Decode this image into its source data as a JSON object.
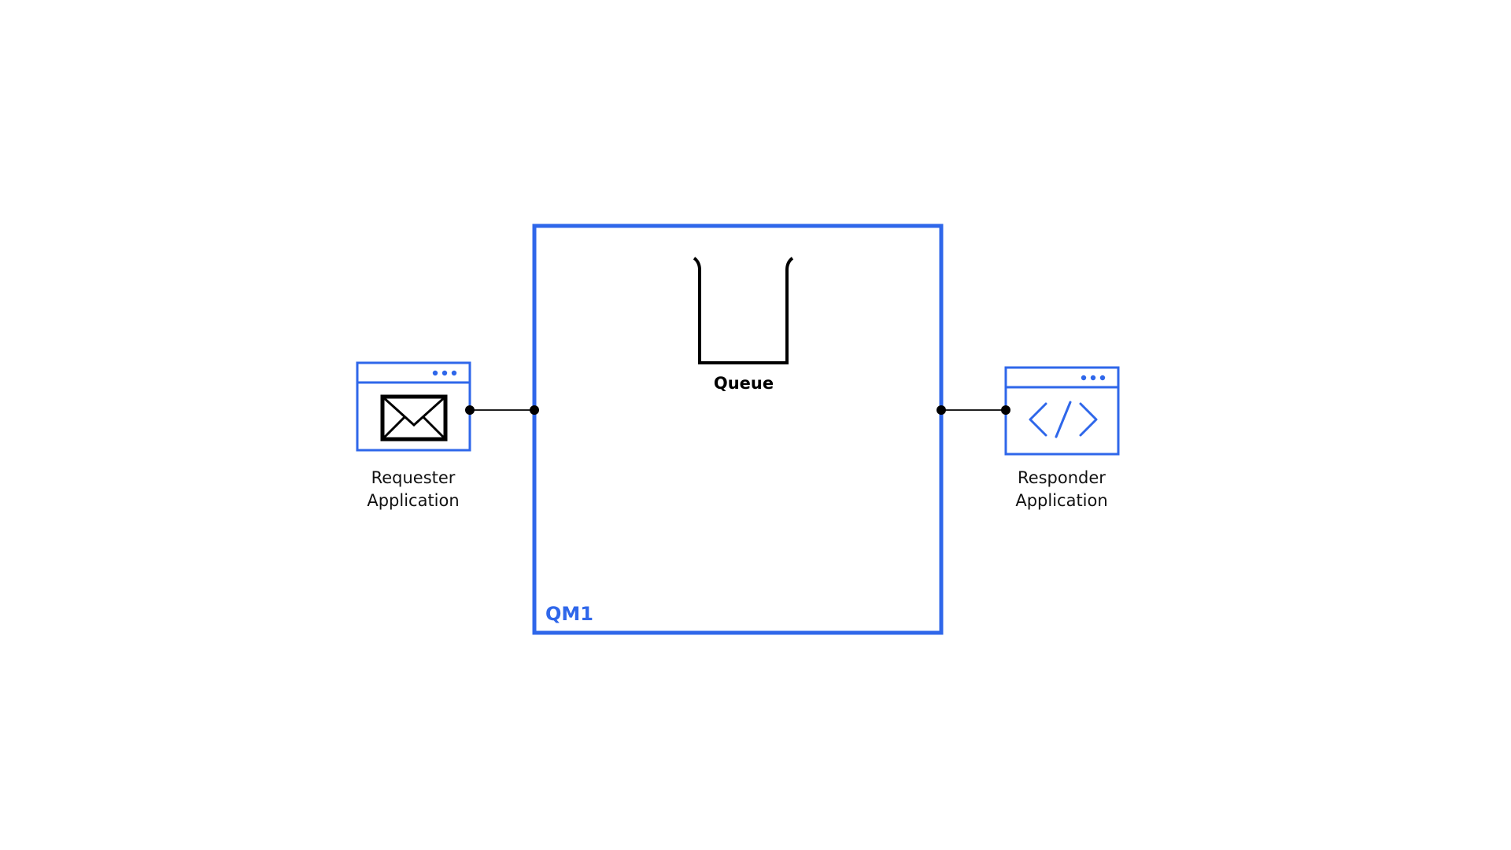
{
  "colors": {
    "accent": "#2f67ea",
    "line": "#000000"
  },
  "queue_manager": {
    "label": "QM1"
  },
  "queue": {
    "label": "Queue",
    "icon": "queue-icon"
  },
  "requester": {
    "label_line1": "Requester",
    "label_line2": "Application",
    "icon": "envelope-icon"
  },
  "responder": {
    "label_line1": "Responder",
    "label_line2": "Application",
    "icon": "code-icon"
  }
}
